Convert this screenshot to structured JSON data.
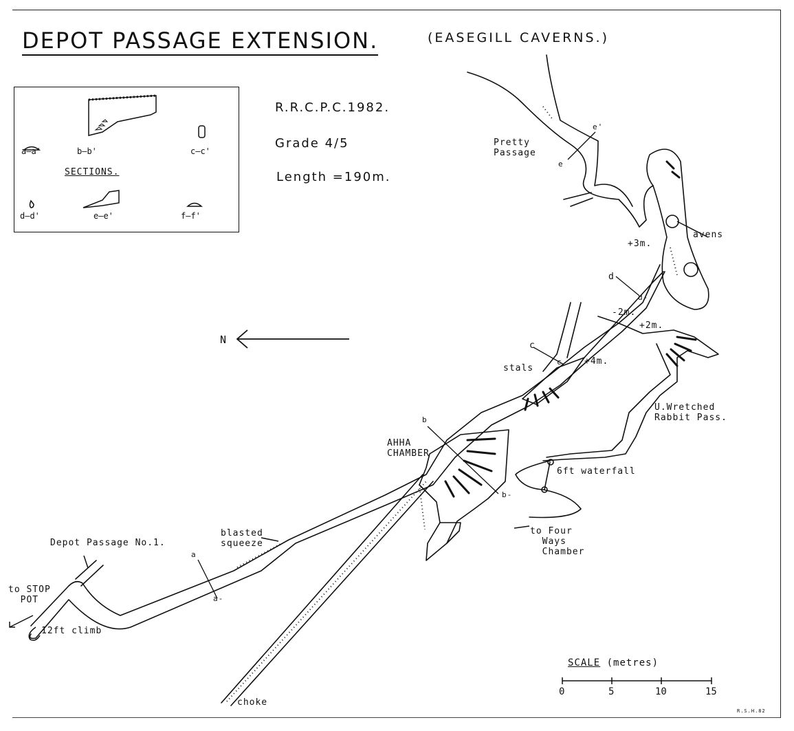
{
  "title": "DEPOT PASSAGE EXTENSION.",
  "subtitle": "(EASEGILL CAVERNS.)",
  "survey": "R.R.C.P.C.1982.",
  "grade": "Grade 4/5",
  "length": "Length =190m.",
  "sections_heading": "SECTIONS.",
  "sections": [
    "a—a'",
    "b—b'",
    "c—c'",
    "d—d'",
    "e—e'",
    "f—f'"
  ],
  "north": "N",
  "labels": {
    "pretty_passage": "Pretty\nPassage",
    "avens": "avens",
    "plus3m": "+3m.",
    "d_top": "d",
    "d_dash": "d-",
    "minus2m": "-2m.",
    "plus2m": "+2m.",
    "c_top": "c",
    "c_low": "c",
    "plus4m": "+4m.",
    "stals": "stals",
    "e_top": "e'",
    "e_low": "e",
    "wretched": "U.Wretched\nRabbit Pass.",
    "ahha": "AHHA\nCHAMBER",
    "b_top": "b",
    "b_dash": "b-",
    "waterfall": "6ft waterfall",
    "four_ways": "to Four\n  Ways\n  Chamber",
    "blasted": "blasted\nsqueeze",
    "depot": "Depot Passage No.1.",
    "stop_pot": "to STOP\n  POT",
    "climb": "12ft climb",
    "a_top": "a",
    "a_dash": "a-",
    "choke": "choke"
  },
  "scale": {
    "title": "SCALE",
    "unit": "(metres)",
    "ticks": [
      "0",
      "5",
      "10",
      "15"
    ]
  },
  "signature": "R.S.H.82"
}
